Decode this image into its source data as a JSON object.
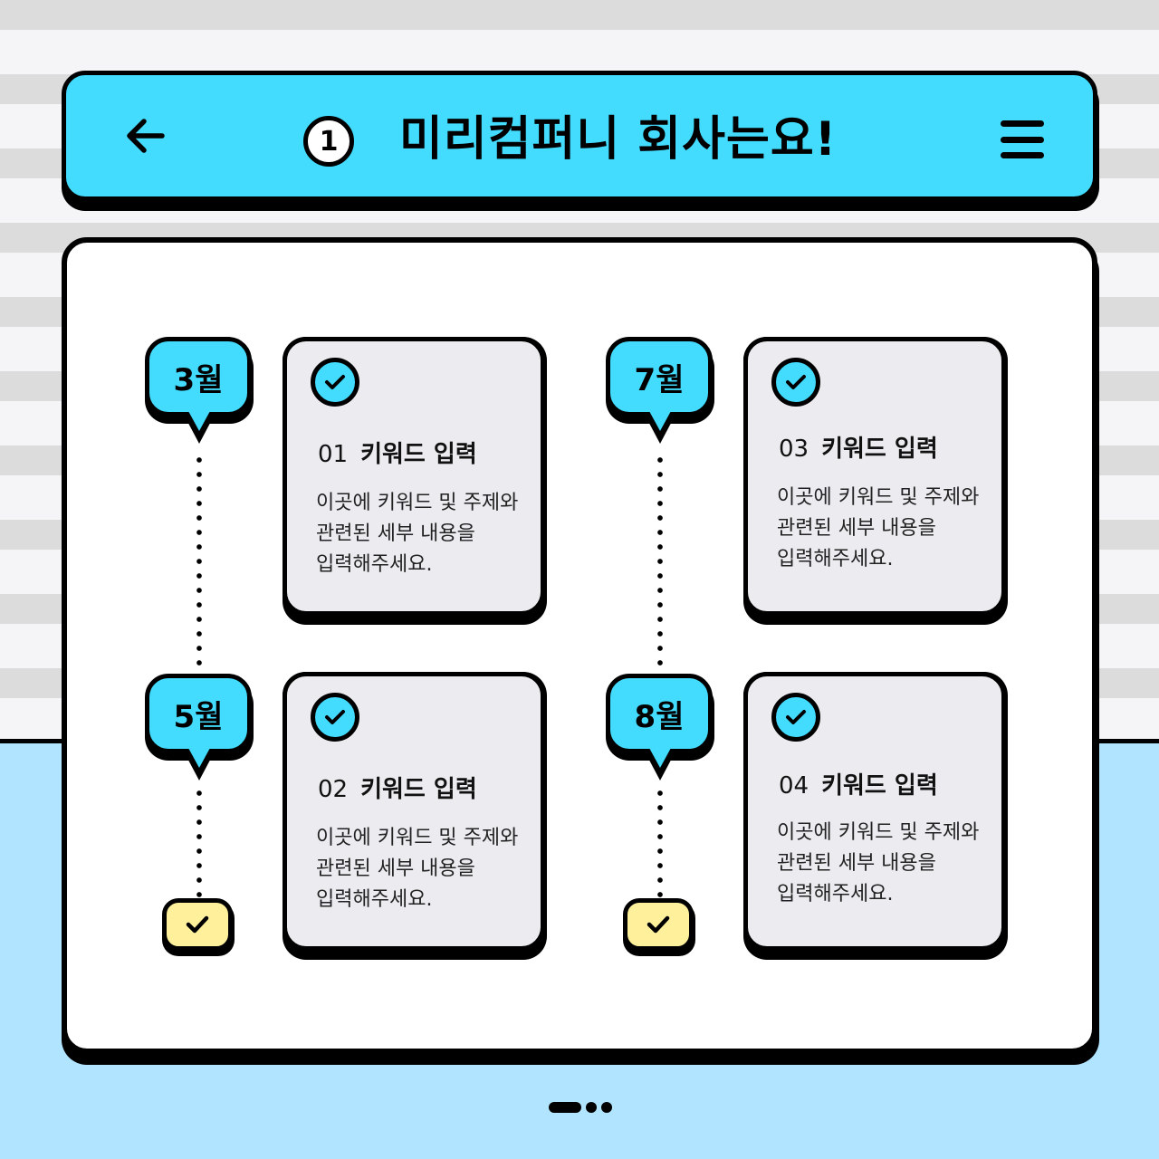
{
  "header": {
    "back_icon": "arrow-left-icon",
    "step_number": "1",
    "title": "미리컴퍼니 회사는요!",
    "menu_icon": "hamburger-menu-icon"
  },
  "timeline": [
    {
      "month": "3월",
      "card": {
        "number": "01",
        "title": "키워드 입력",
        "description": "이곳에 키워드 및 주제와 관련된 세부 내용을 입력해주세요."
      }
    },
    {
      "month": "5월",
      "card": {
        "number": "02",
        "title": "키워드 입력",
        "description": "이곳에 키워드 및 주제와 관련된 세부 내용을 입력해주세요."
      }
    },
    {
      "month": "7월",
      "card": {
        "number": "03",
        "title": "키워드 입력",
        "description": "이곳에 키워드 및 주제와 관련된 세부 내용을 입력해주세요."
      }
    },
    {
      "month": "8월",
      "card": {
        "number": "04",
        "title": "키워드 입력",
        "description": "이곳에 키워드 및 주제와 관련된 세부 내용을 입력해주세요."
      }
    }
  ],
  "pagination": {
    "current": 1,
    "total": 3
  },
  "colors": {
    "accent_cyan": "#43dcff",
    "card_bg": "#ececf0",
    "check_yellow": "#fff09c",
    "bottom_bg": "#b1e4ff",
    "stripe_dark": "#dcdcdc",
    "stripe_light": "#f5f5f7"
  }
}
